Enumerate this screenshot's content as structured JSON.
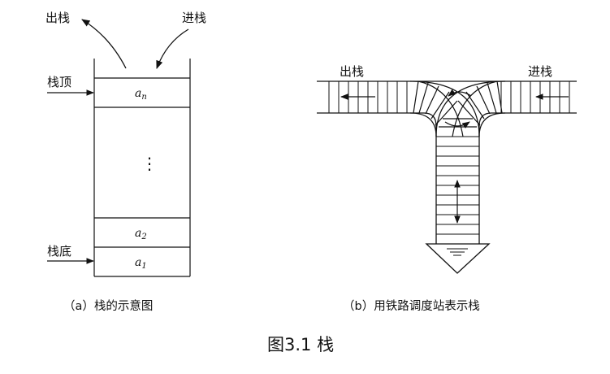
{
  "figure_title": "图3.1 栈",
  "panel_a": {
    "pop_label": "出栈",
    "push_label": "进栈",
    "top_label": "栈顶",
    "bottom_label": "栈底",
    "cells": {
      "top": {
        "base": "a",
        "sub": "n"
      },
      "ellipsis": "⋮",
      "second": {
        "base": "a",
        "sub": "2"
      },
      "first": {
        "base": "a",
        "sub": "1"
      }
    },
    "caption": "（a）栈的示意图"
  },
  "panel_b": {
    "pop_label": "出栈",
    "push_label": "进栈",
    "caption": "（b）用铁路调度站表示栈"
  }
}
